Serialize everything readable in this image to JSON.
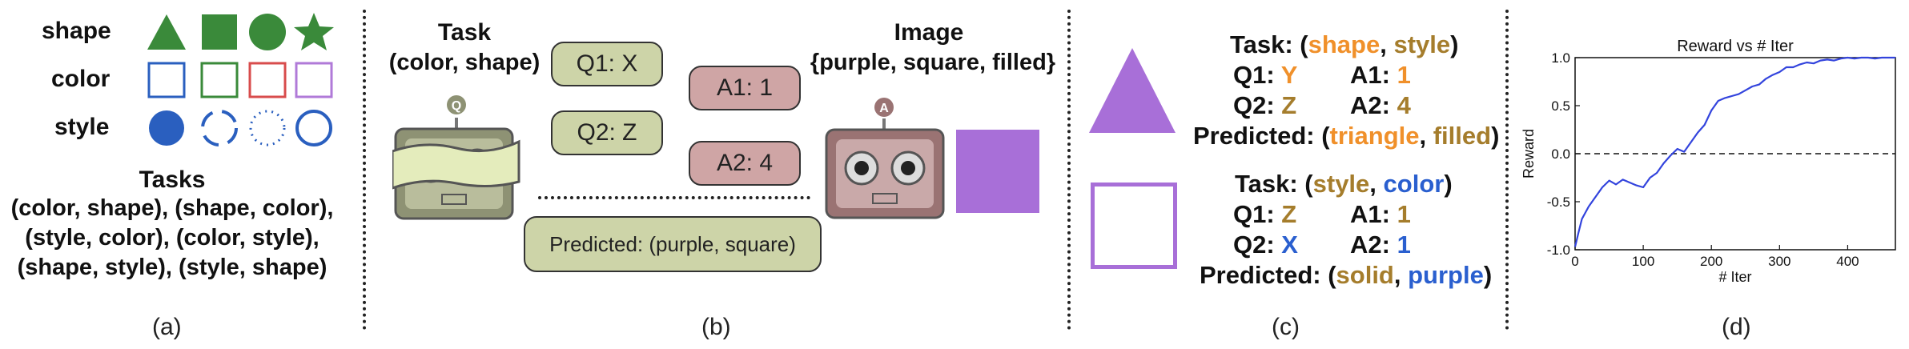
{
  "panel_a": {
    "rows": [
      {
        "label": "shape"
      },
      {
        "label": "color"
      },
      {
        "label": "style"
      }
    ],
    "tasks_title": "Tasks",
    "tasks_lines": [
      "(color, shape), (shape, color),",
      "(style, color), (color, style),",
      "(shape, style), (style, shape)"
    ],
    "caption": "(a)",
    "colors": {
      "shape_green": "#3a8a3a",
      "blue": "#2a5fbf",
      "green": "#3a8a3a",
      "red": "#d84c4c",
      "purple": "#b07ad8"
    }
  },
  "panel_b": {
    "task_title": "Task",
    "task_value": "(color, shape)",
    "image_title": "Image",
    "image_value": "{purple, square, filled}",
    "q1": "Q1: X",
    "q2": "Q2: Z",
    "a1": "A1: 1",
    "a2": "A2: 4",
    "predicted": "Predicted: (purple, square)",
    "q_bot_badge": "Q",
    "a_bot_badge": "A",
    "caption": "(b)",
    "colors": {
      "q_bot": "#8e9274",
      "a_bot": "#9a7373",
      "square": "#a86fd8"
    }
  },
  "panel_c": {
    "block1": {
      "task_prefix": "Task: (",
      "task_attr1": "shape",
      "task_sep": ", ",
      "task_attr2": "style",
      "task_suffix": ")",
      "q1_label": "Q1: ",
      "q1_val": "Y",
      "a1_label": "A1: ",
      "a1_val": "1",
      "q2_label": "Q2: ",
      "q2_val": "Z",
      "a2_label": "A2: ",
      "a2_val": "4",
      "pred_prefix": "Predicted: (",
      "pred_val1": "triangle",
      "pred_sep": ", ",
      "pred_val2": "filled",
      "pred_suffix": ")"
    },
    "block2": {
      "task_prefix": "Task: (",
      "task_attr1": "style",
      "task_sep": ", ",
      "task_attr2": "color",
      "task_suffix": ")",
      "q1_label": "Q1: ",
      "q1_val": "Z",
      "a1_label": "A1: ",
      "a1_val": "1",
      "q2_label": "Q2: ",
      "q2_val": "X",
      "a2_label": "A2: ",
      "a2_val": "1",
      "pred_prefix": "Predicted: (",
      "pred_val1": "solid",
      "pred_sep": ", ",
      "pred_val2": "purple",
      "pred_suffix": ")"
    },
    "caption": "(c)",
    "colors": {
      "triangle": "#a86fd8",
      "square_outline": "#a86fd8"
    }
  },
  "panel_d": {
    "caption": "(d)",
    "chart_data": {
      "type": "line",
      "title": "Reward vs # Iter",
      "xlabel": "# Iter",
      "ylabel": "Reward",
      "xlim": [
        0,
        470
      ],
      "ylim": [
        -1.0,
        1.0
      ],
      "xticks": [
        0,
        100,
        200,
        300,
        400
      ],
      "yticks": [
        -1.0,
        -0.5,
        0.0,
        0.5,
        1.0
      ],
      "grid": false,
      "reference_line": {
        "y": 0.0,
        "style": "dashed"
      },
      "series": [
        {
          "color": "#3344dd",
          "x": [
            0,
            5,
            10,
            20,
            30,
            40,
            50,
            60,
            70,
            80,
            90,
            100,
            110,
            120,
            130,
            140,
            150,
            160,
            170,
            180,
            190,
            200,
            210,
            220,
            230,
            240,
            250,
            260,
            270,
            280,
            290,
            300,
            310,
            320,
            330,
            340,
            350,
            360,
            370,
            380,
            390,
            400,
            410,
            420,
            430,
            440,
            450,
            460,
            470
          ],
          "y": [
            -0.97,
            -0.82,
            -0.68,
            -0.55,
            -0.45,
            -0.35,
            -0.28,
            -0.32,
            -0.27,
            -0.3,
            -0.33,
            -0.35,
            -0.25,
            -0.2,
            -0.1,
            -0.02,
            0.05,
            0.02,
            0.12,
            0.22,
            0.3,
            0.45,
            0.55,
            0.58,
            0.6,
            0.62,
            0.66,
            0.7,
            0.72,
            0.78,
            0.82,
            0.85,
            0.9,
            0.9,
            0.93,
            0.95,
            0.94,
            0.97,
            0.98,
            0.97,
            0.99,
            1.0,
            0.99,
            1.0,
            1.0,
            0.99,
            1.0,
            1.0,
            1.0
          ]
        }
      ]
    }
  }
}
